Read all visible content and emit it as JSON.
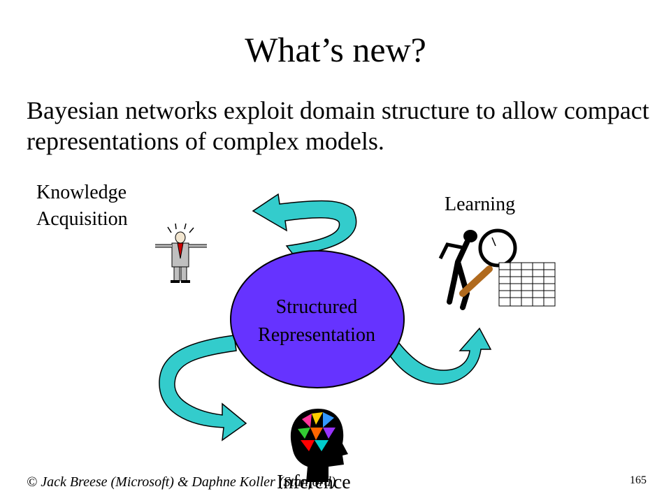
{
  "slide": {
    "title": "What’s new?",
    "subtitle": "Bayesian networks exploit domain structure to allow compact representations of complex models."
  },
  "diagram": {
    "center_line1": "Structured",
    "center_line2": "Representation",
    "knowledge_line1": "Knowledge",
    "knowledge_line2": "Acquisition",
    "learning": "Learning",
    "inference": "Inference",
    "colors": {
      "arrow": "#33cccc",
      "ellipse": "#6633ff"
    }
  },
  "footer": {
    "copyright": "© Jack Breese (Microsoft) & Daphne Koller (Stanford)",
    "page_number": "165"
  }
}
